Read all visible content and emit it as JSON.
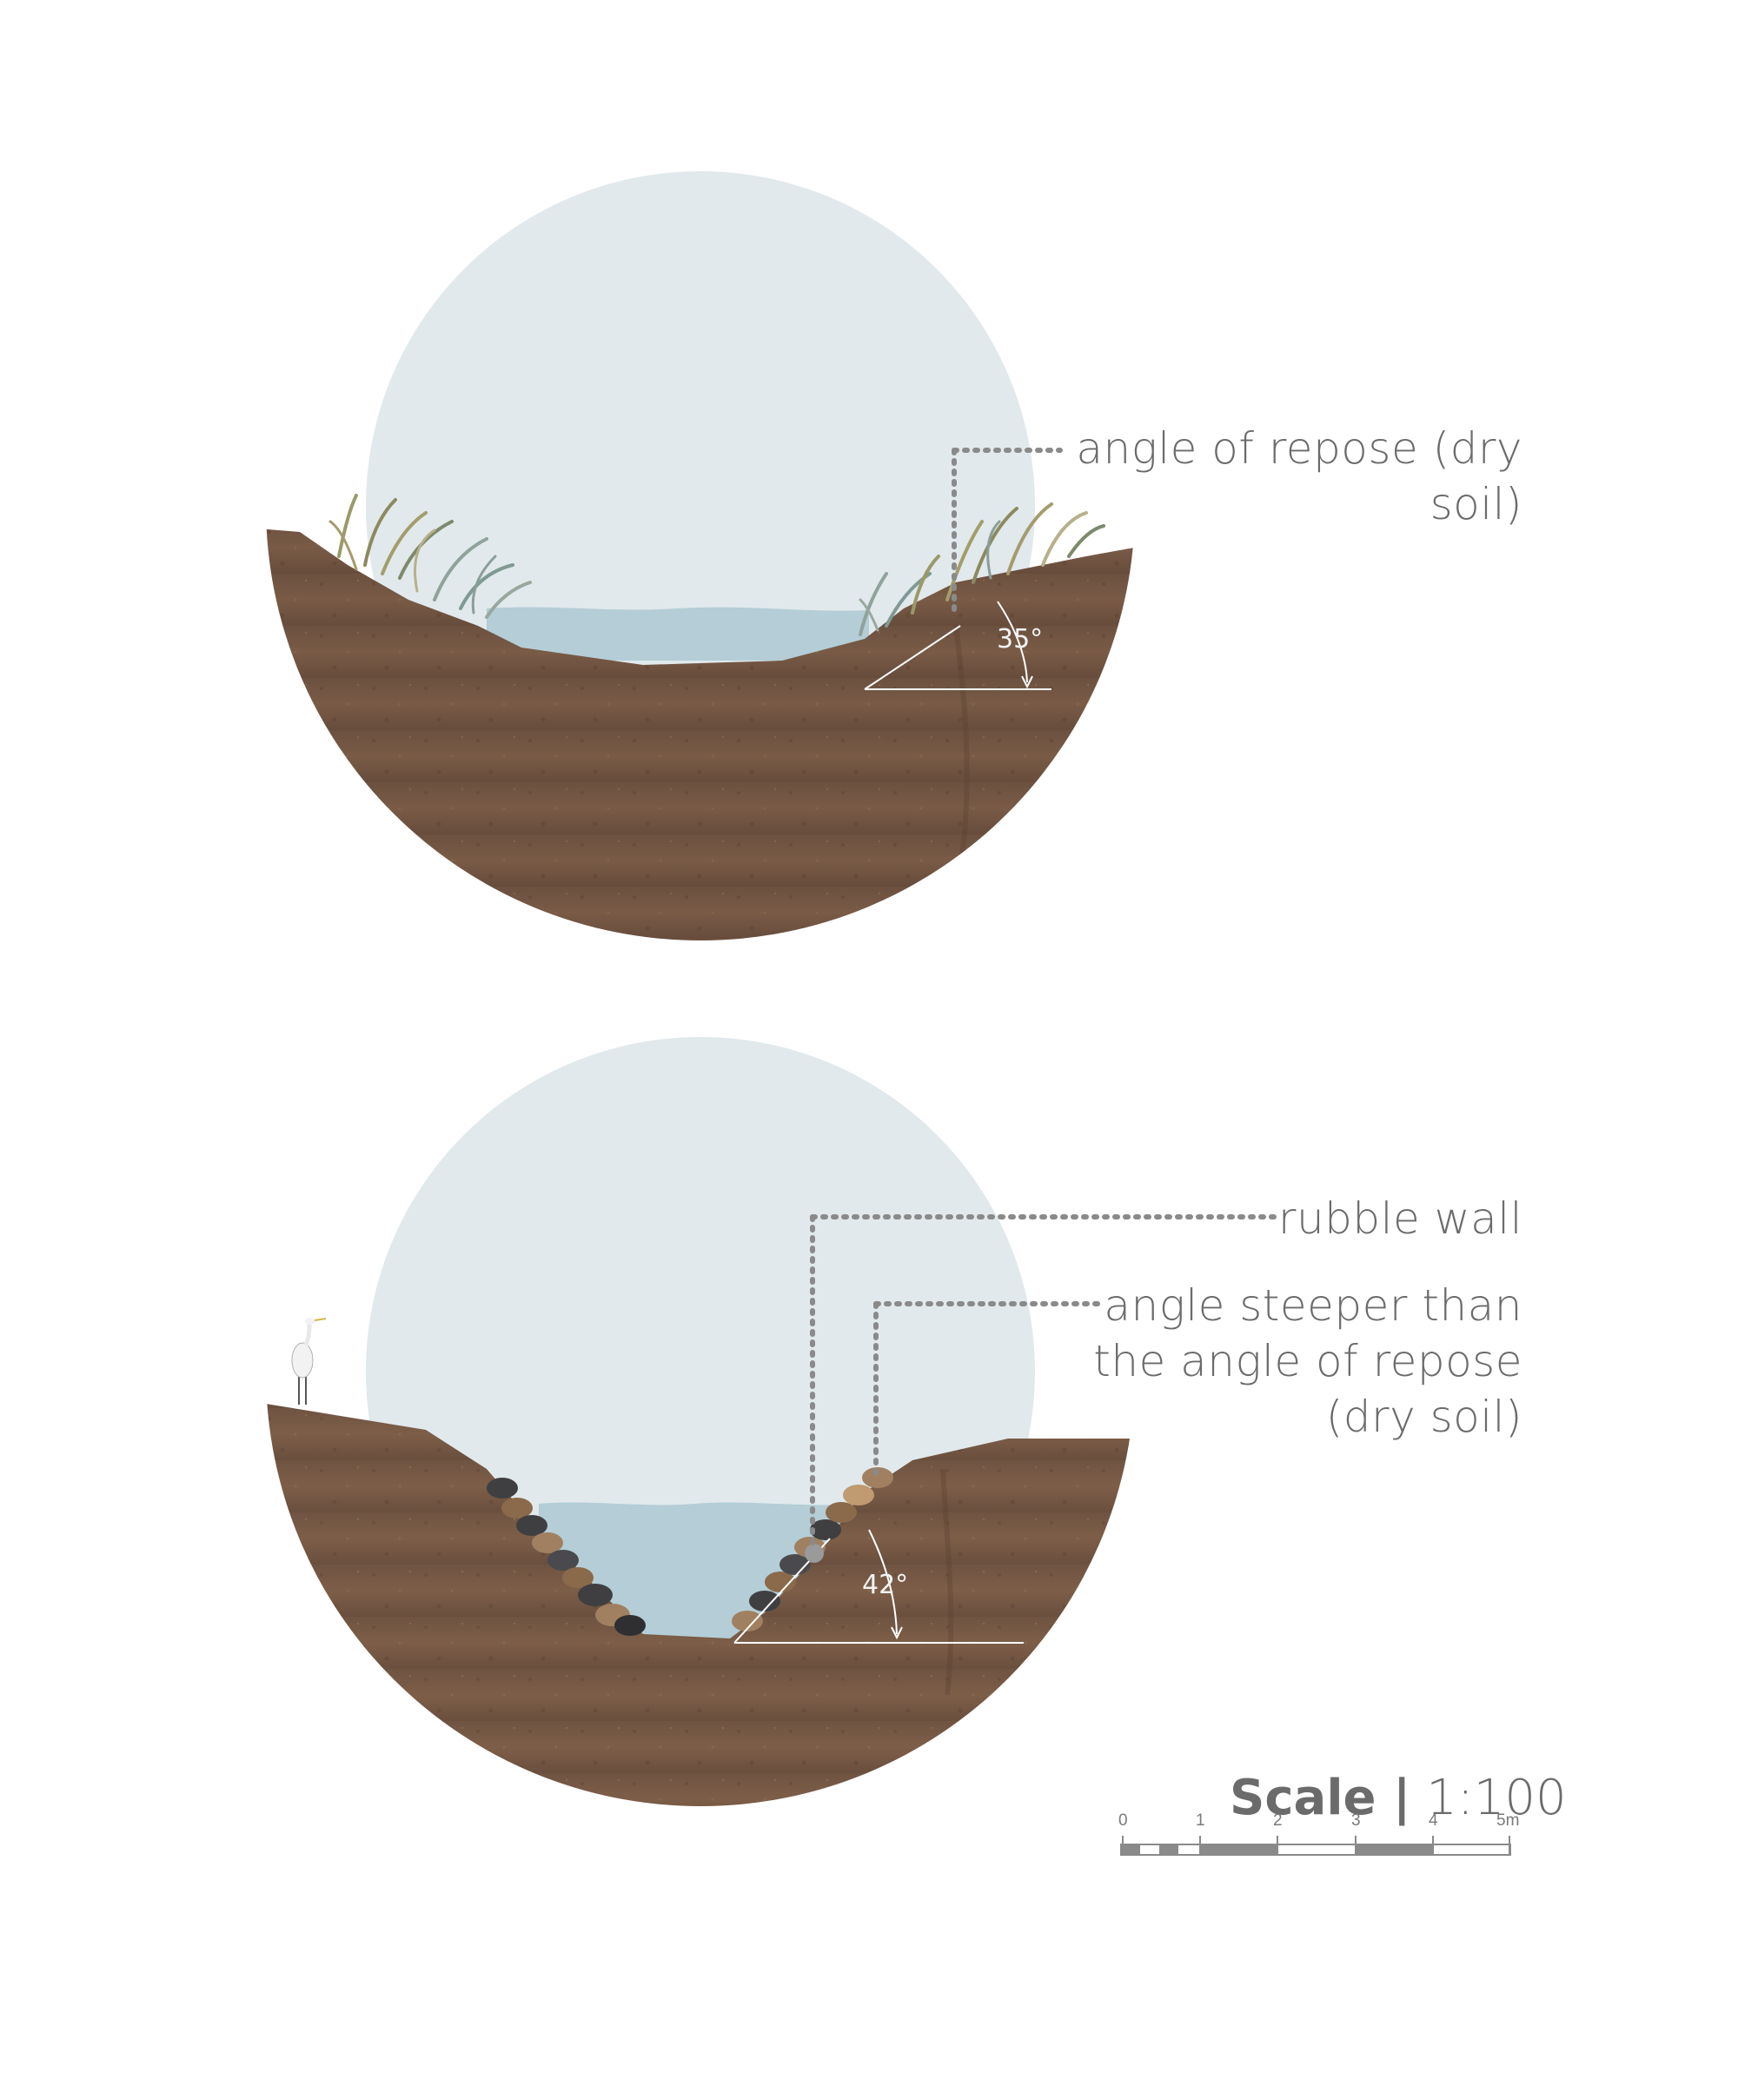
{
  "top_section": {
    "label": "angle of repose (dry soil)",
    "label_line1": "angle of repose (dry",
    "label_line2": "soil)",
    "angle": "35°"
  },
  "bottom_section": {
    "label_rubble": "rubble wall",
    "label_steep_line1": "angle steeper than",
    "label_steep_line2": "the angle of repose",
    "label_steep_line3": "(dry soil)",
    "angle": "42°"
  },
  "scale": {
    "title_bold": "Scale |",
    "ratio": "1:100",
    "ticks": [
      "0",
      "1",
      "2",
      "3",
      "4",
      "5m"
    ]
  },
  "colors": {
    "sky": "#e1e9ec",
    "water": "#b4cdd6",
    "soil": "#7a5b45",
    "leader": "#8a8a8a",
    "text": "#6b6b6b"
  }
}
